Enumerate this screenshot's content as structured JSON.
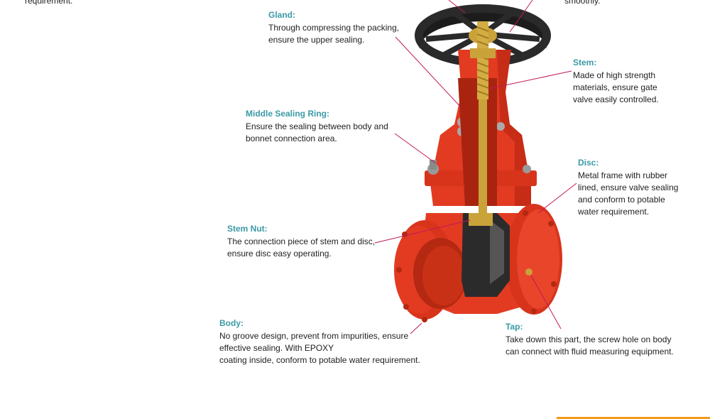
{
  "clipped_top_left": "requirement.",
  "clipped_top_right": "smoothly.",
  "colors": {
    "accent_title": "#3a9aa6",
    "body_red": "#e23b22",
    "brass": "#c9a23a",
    "leader": "#c2185b"
  },
  "callouts": {
    "gland": {
      "title": "Gland:",
      "desc": "Through compressing the packing,\nensure the upper sealing."
    },
    "stem": {
      "title": "Stem:",
      "desc": "Made of high strength\nmaterials, ensure gate\nvalve easily controlled."
    },
    "middle_ring": {
      "title": "Middle Sealing Ring:",
      "desc": "Ensure the sealing between body and\nbonnet connection area."
    },
    "disc": {
      "title": "Disc:",
      "desc": "Metal frame with rubber\nlined, ensure valve sealing\nand conform to potable\nwater requirement."
    },
    "stem_nut": {
      "title": "Stem Nut:",
      "desc": "The connection piece of stem and disc,\nensure disc easy operating."
    },
    "body": {
      "title": "Body:",
      "desc": "No groove design, prevent from impurities, ensure\neffective sealing. With EPOXY\ncoating inside, conform to potable water requirement."
    },
    "tap": {
      "title": "Tap:",
      "desc": "Take down this part, the screw hole on body\ncan connect with fluid measuring equipment."
    }
  }
}
